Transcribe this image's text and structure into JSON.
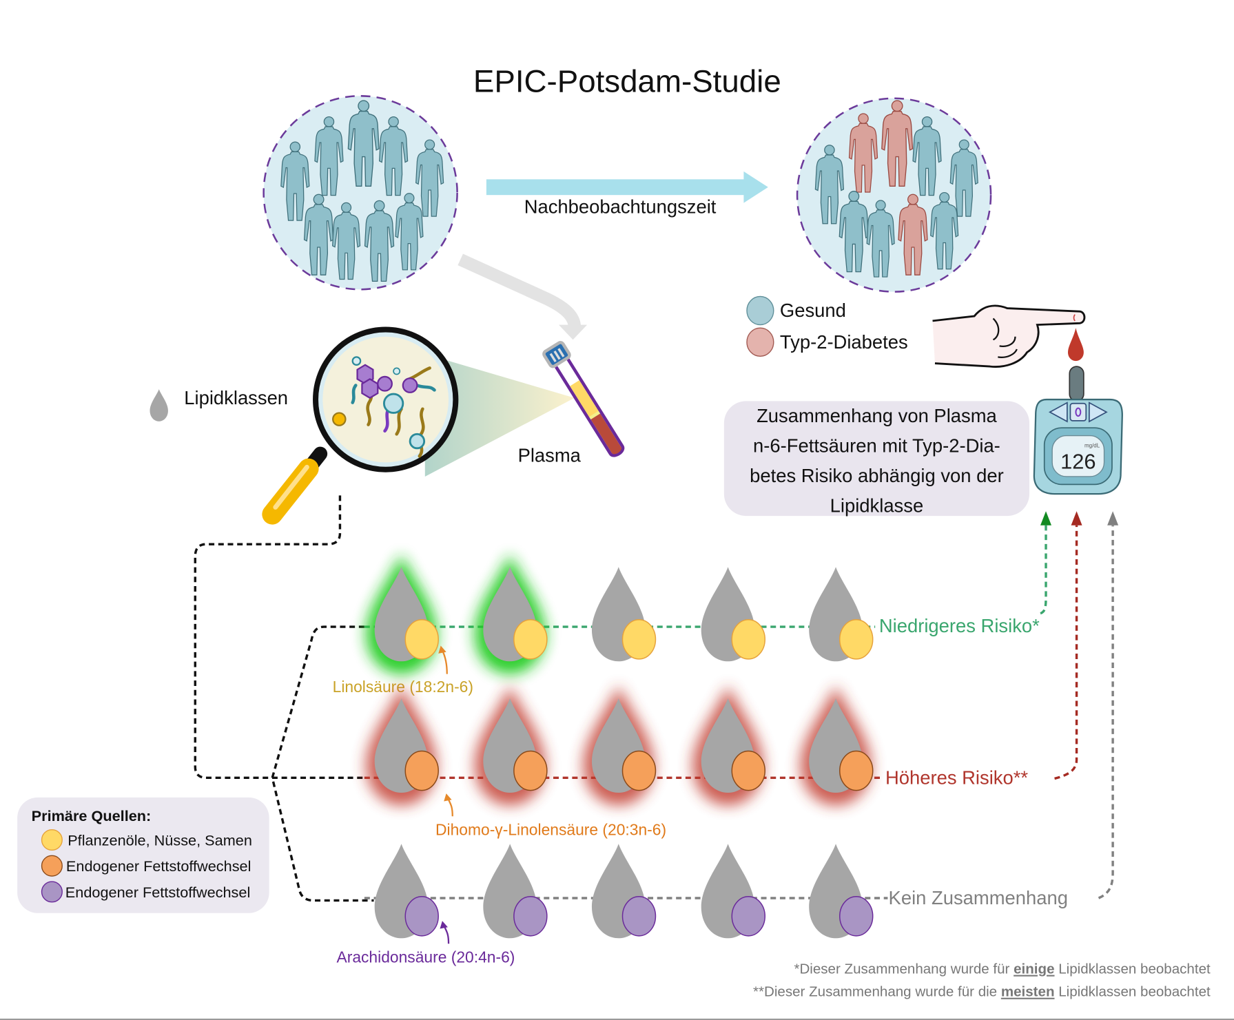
{
  "title": "EPIC-Potsdam-Studie",
  "followup_label": "Nachbeobachtungszeit",
  "plasma_label": "Plasma",
  "lipid_classes_label": "Lipidklassen",
  "health_legend": {
    "items": [
      {
        "label": "Gesund",
        "color": "#a9cdd6"
      },
      {
        "label": "Typ-2-Diabetes",
        "color": "#e4b3ad"
      }
    ]
  },
  "cohort_baseline": {
    "people": [
      "healthy",
      "healthy",
      "healthy",
      "healthy",
      "healthy",
      "healthy",
      "healthy",
      "healthy",
      "healthy",
      "healthy"
    ]
  },
  "cohort_followup": {
    "people": [
      "healthy",
      "diabetes",
      "diabetes",
      "healthy",
      "healthy",
      "healthy",
      "healthy",
      "healthy",
      "diabetes",
      "healthy"
    ]
  },
  "glucose_meter": {
    "unit": "mg/dL",
    "reading": "126"
  },
  "summary_box": {
    "lines": [
      "Zusammenhang von Plasma",
      "n-6-Fettsäuren mit Typ-2-Dia-",
      "betes Risiko abhängig von der",
      "Lipidklasse"
    ]
  },
  "rows": [
    {
      "fatty_acid": "Linolsäure (18:2n-6)",
      "outcome": "Niedrigeres Risiko*",
      "outcome_color": "#3aa66e",
      "label_color": "#c9a227",
      "dot_color": "#ffd966",
      "dot_stroke": "#e6a23c",
      "glow_color": "#22cc22",
      "glow": [
        true,
        true,
        false,
        false,
        false
      ]
    },
    {
      "fatty_acid": "Dihomo-γ-Linolensäure (20:3n-6)",
      "outcome": "Höheres Risiko**",
      "outcome_color": "#b0352c",
      "label_color": "#e07a1a",
      "dot_color": "#f5a05a",
      "dot_stroke": "#8a4a1a",
      "glow_color": "#c0392b",
      "glow": [
        true,
        true,
        true,
        true,
        true
      ]
    },
    {
      "fatty_acid": "Arachidonsäure (20:4n-6)",
      "outcome": "Kein Zusammenhang",
      "outcome_color": "#808080",
      "label_color": "#6a2a9a",
      "dot_color": "#a995c4",
      "dot_stroke": "#6a2a9a",
      "glow_color": "",
      "glow": [
        false,
        false,
        false,
        false,
        false
      ]
    }
  ],
  "sources_legend": {
    "title": "Primäre Quellen:",
    "items": [
      {
        "label": "Pflanzenöle, Nüsse, Samen",
        "color": "#ffd966",
        "stroke": "#e6a23c"
      },
      {
        "label": "Endogener Fettstoffwechsel",
        "color": "#f5a05a",
        "stroke": "#8a4a1a"
      },
      {
        "label": "Endogener Fettstoffwechsel",
        "color": "#a995c4",
        "stroke": "#6a2a9a"
      }
    ]
  },
  "footnotes": [
    {
      "pre": "*Dieser Zusammenhang wurde für ",
      "bold": "einige",
      "post": " Lipidklassen beobachtet"
    },
    {
      "pre": "**Dieser Zusammenhang wurde für die ",
      "bold": "meisten",
      "post": " Lipidklassen beobachtet"
    }
  ]
}
